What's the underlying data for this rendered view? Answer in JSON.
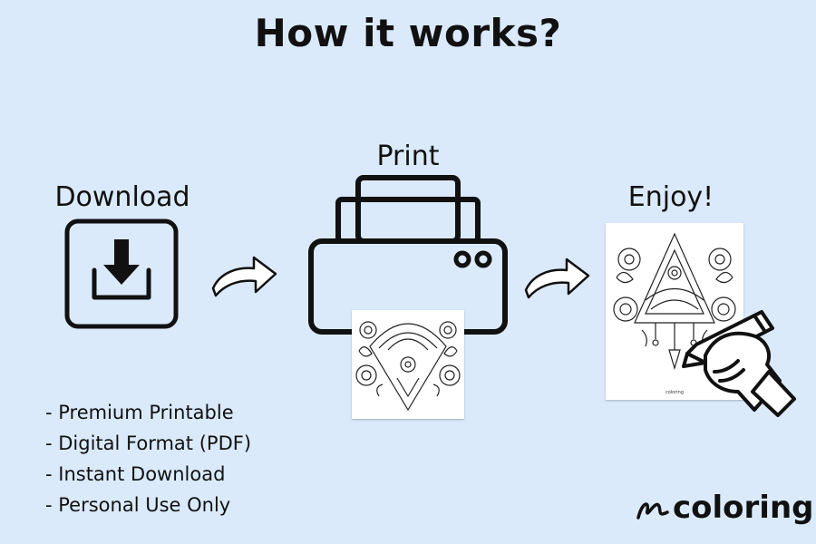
{
  "title": "How it works?",
  "steps": [
    {
      "label": "Download",
      "icon": "download-icon"
    },
    {
      "label": "Print",
      "icon": "printer-icon"
    },
    {
      "label": "Enjoy!",
      "icon": "coloring-page-with-hand-icon"
    }
  ],
  "features": [
    "- Premium Printable",
    "- Digital Format (PDF)",
    "- Instant Download",
    "- Personal Use Only"
  ],
  "brand": {
    "name": "coloring"
  },
  "colors": {
    "background": "#daeafb",
    "ink": "#111111",
    "paper": "#ffffff"
  }
}
